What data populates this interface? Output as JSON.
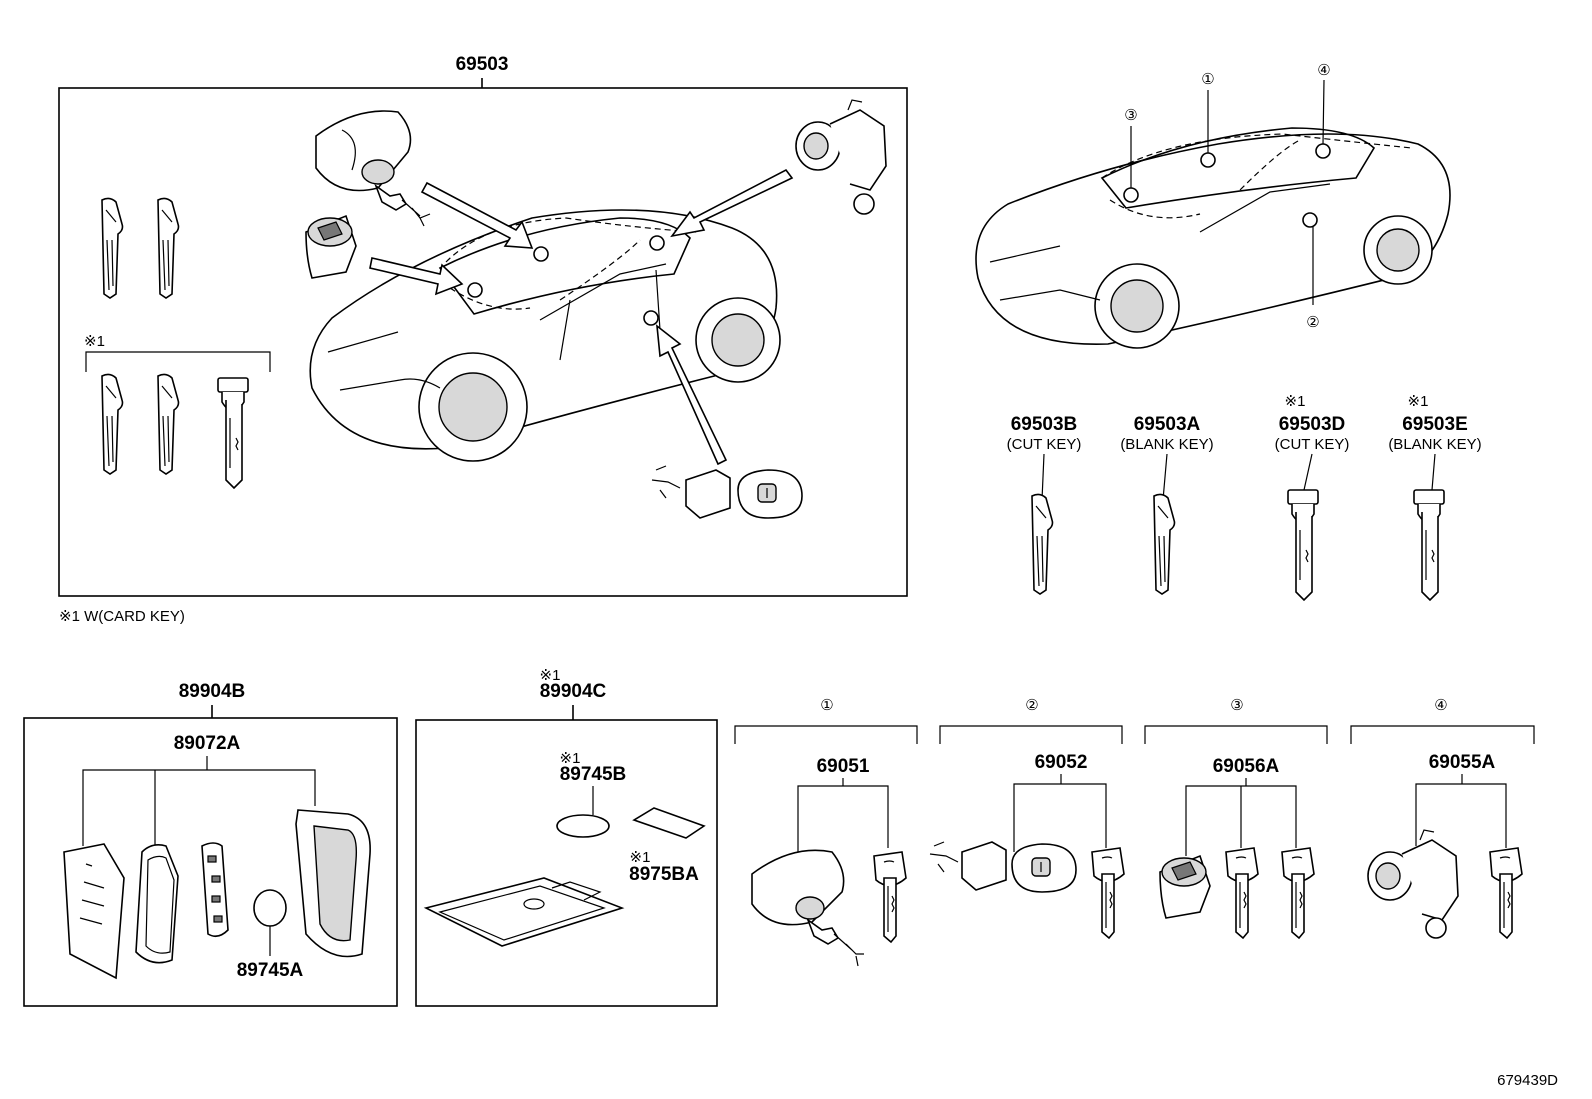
{
  "diagram_id": "679439D",
  "footnote": "※1 W(CARD KEY)",
  "note_marker": "※1",
  "groups": {
    "main_set": {
      "part_no": "69503"
    },
    "fob_set": {
      "part_no": "89904B",
      "sub_part": "89072A",
      "battery": "89745A"
    },
    "card_set": {
      "part_no": "89904C",
      "marker": "※1",
      "battery": "89745B",
      "battery_marker": "※1",
      "cover": "8975BA",
      "cover_marker": "※1"
    }
  },
  "keys": [
    {
      "part_no": "69503B",
      "desc": "(CUT KEY)",
      "marker": ""
    },
    {
      "part_no": "69503A",
      "desc": "(BLANK KEY)",
      "marker": ""
    },
    {
      "part_no": "69503D",
      "desc": "(CUT KEY)",
      "marker": "※1"
    },
    {
      "part_no": "69503E",
      "desc": "(BLANK KEY)",
      "marker": "※1"
    }
  ],
  "cylinder_sets": [
    {
      "index": "①",
      "part_no": "69051"
    },
    {
      "index": "②",
      "part_no": "69052"
    },
    {
      "index": "③",
      "part_no": "69056A"
    },
    {
      "index": "④",
      "part_no": "69055A"
    }
  ],
  "car_callouts": [
    "①",
    "②",
    "③",
    "④"
  ]
}
